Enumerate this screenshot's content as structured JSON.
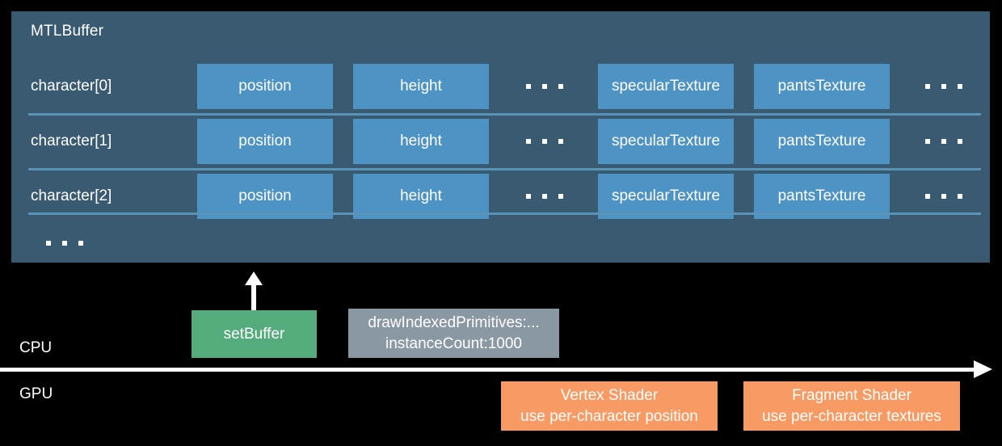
{
  "buffer": {
    "title": "MTLBuffer",
    "columns": [
      "position",
      "height",
      "specularTexture",
      "pantsTexture"
    ],
    "rows": [
      {
        "label": "character[0]",
        "cells": [
          "position",
          "height",
          "specularTexture",
          "pantsTexture"
        ]
      },
      {
        "label": "character[1]",
        "cells": [
          "position",
          "height",
          "specularTexture",
          "pantsTexture"
        ]
      },
      {
        "label": "character[2]",
        "cells": [
          "position",
          "height",
          "specularTexture",
          "pantsTexture"
        ]
      }
    ],
    "continuation_label": "..."
  },
  "timeline": {
    "lanes": [
      {
        "name": "CPU",
        "label": "CPU"
      },
      {
        "name": "GPU",
        "label": "GPU"
      }
    ],
    "cpu_ops": [
      {
        "name": "setBuffer",
        "line1": "setBuffer",
        "line2": ""
      },
      {
        "name": "drawIndexedPrimitives",
        "line1": "drawIndexedPrimitives:...",
        "line2": "instanceCount:1000"
      }
    ],
    "gpu_ops": [
      {
        "name": "vertex-shader",
        "line1": "Vertex Shader",
        "line2": "use per-character position"
      },
      {
        "name": "fragment-shader",
        "line1": "Fragment Shader",
        "line2": "use per-character textures"
      }
    ]
  },
  "colors": {
    "background": "#000000",
    "panel": "#3a5a72",
    "cell": "#4d93c4",
    "divider": "#5a93b8",
    "green": "#54ac7c",
    "gray": "#8a98a3",
    "orange": "#f79a63",
    "text": "#ffffff"
  }
}
